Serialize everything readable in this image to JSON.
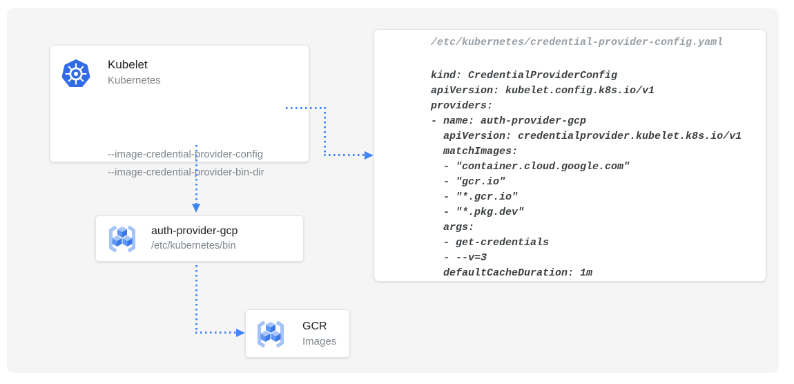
{
  "colors": {
    "page_bg": "#ffffff",
    "canvas_bg": "#f5f5f5",
    "card_bg": "#ffffff",
    "card_border": "#e3e3e3",
    "title_text": "#202124",
    "muted_text": "#80868b",
    "code_text": "#3c4043",
    "code_comment": "#9aa0a6",
    "arrow_blue": "#4285f4",
    "k8s_blue": "#326ce5"
  },
  "icons": {
    "kubelet": "kubernetes-helm-wheel",
    "auth_provider": "container-registry-cubes",
    "gcr": "container-registry-cubes"
  },
  "nodes": {
    "kubelet": {
      "title": "Kubelet",
      "subtitle": "Kubernetes",
      "flags": [
        "--image-credential-provider-config",
        "--image-credential-provider-bin-dir"
      ]
    },
    "auth_provider": {
      "title": "auth-provider-gcp",
      "subtitle": "/etc/kubernetes/bin"
    },
    "gcr": {
      "title": "GCR",
      "subtitle": "Images"
    }
  },
  "code_panel": {
    "filename": "/etc/kubernetes/credential-provider-config.yaml",
    "lines": [
      "kind: CredentialProviderConfig",
      "apiVersion: kubelet.config.k8s.io/v1",
      "providers:",
      "- name: auth-provider-gcp",
      "  apiVersion: credentialprovider.kubelet.k8s.io/v1",
      "  matchImages:",
      "  - \"container.cloud.google.com\"",
      "  - \"gcr.io\"",
      "  - \"*.gcr.io\"",
      "  - \"*.pkg.dev\"",
      "  args:",
      "  - get-credentials",
      "  - --v=3",
      "  defaultCacheDuration: 1m"
    ]
  }
}
